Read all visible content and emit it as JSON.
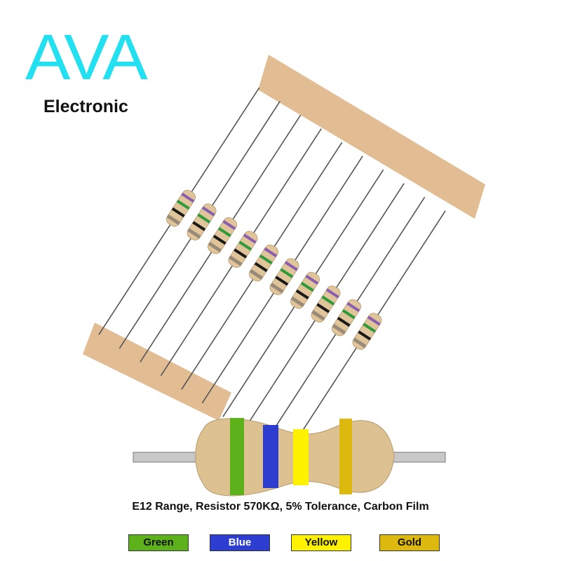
{
  "brand": {
    "name": "AVA",
    "subtitle": "Electronic",
    "color": "#22e0f0"
  },
  "caption": "E12 Range, Resistor 570KΩ, 5% Tolerance, Carbon Film",
  "bands": [
    {
      "label": "Green",
      "color": "#5db21c",
      "text": "#111"
    },
    {
      "label": "Blue",
      "color": "#2c3dd0",
      "text": "#fff"
    },
    {
      "label": "Yellow",
      "color": "#fff200",
      "text": "#111"
    },
    {
      "label": "Gold",
      "color": "#dcb90c",
      "text": "#111"
    }
  ],
  "strip_resistor_count": 10,
  "strip_bands": [
    "#8a5fb0",
    "#2e9a3a",
    "#1a1a1a",
    "#9a8a78"
  ]
}
